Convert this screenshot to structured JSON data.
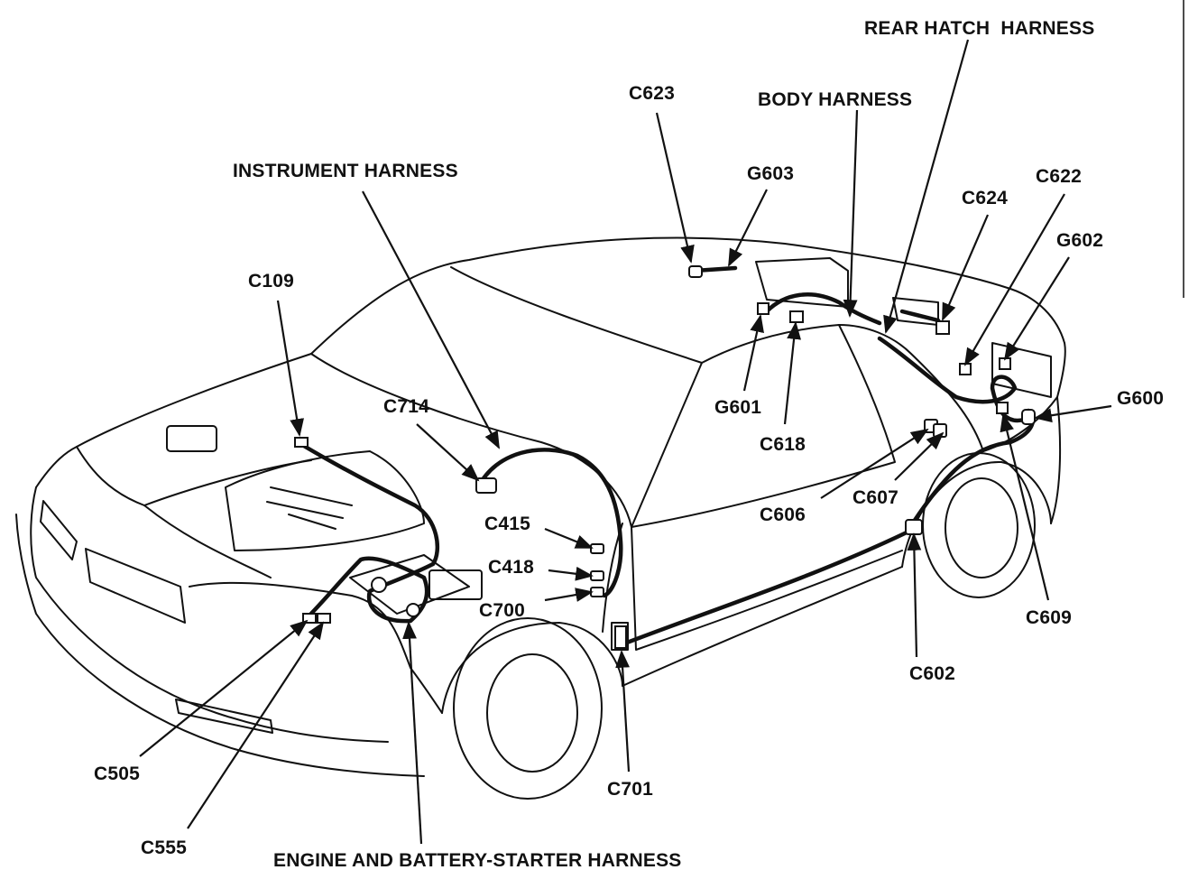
{
  "diagram": {
    "labels": {
      "rear_hatch_harness": "REAR HATCH  HARNESS",
      "body_harness": "BODY HARNESS",
      "instrument_harness": "INSTRUMENT HARNESS",
      "engine_battery_starter_harness": "ENGINE AND BATTERY-STARTER HARNESS",
      "c623": "C623",
      "g603": "G603",
      "c622": "C622",
      "c624": "C624",
      "g602": "G602",
      "g600": "G600",
      "c109": "C109",
      "c714": "C714",
      "g601": "G601",
      "c618": "C618",
      "c606": "C606",
      "c607": "C607",
      "c415": "C415",
      "c418": "C418",
      "c700": "C700",
      "c609": "C609",
      "c602": "C602",
      "c505": "C505",
      "c555": "C555",
      "c701": "C701"
    },
    "colors": {
      "line": "#111111",
      "background": "#ffffff"
    }
  }
}
